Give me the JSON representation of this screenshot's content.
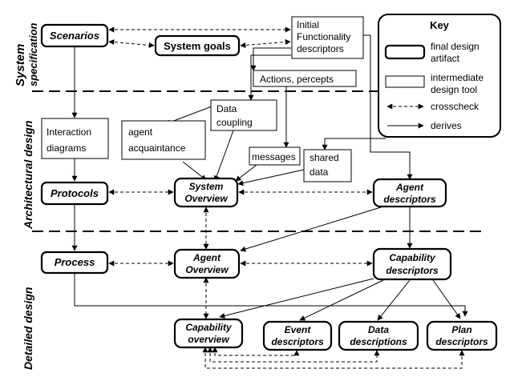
{
  "phases": {
    "system": [
      "System",
      "specification"
    ],
    "architectural": "Architectural design",
    "detailed": "Detailed design"
  },
  "key": {
    "title": "Key",
    "final": [
      "final design",
      "artifact"
    ],
    "intermediate": [
      "intermediate",
      "design tool"
    ],
    "crosscheck": "crosscheck",
    "derives": "derives"
  },
  "nodes": {
    "scenarios": "Scenarios",
    "system_goals": "System goals",
    "initial_functionality": [
      "Initial",
      "Functionality",
      "descriptors"
    ],
    "actions_percepts": "Actions, percepts",
    "interaction_diagrams": [
      "Interaction",
      "diagrams"
    ],
    "agent_acquaintance": [
      "agent",
      "acquaintance"
    ],
    "data_coupling": [
      "Data",
      "coupling"
    ],
    "messages": "messages",
    "shared_data": [
      "shared",
      "data"
    ],
    "protocols": "Protocols",
    "system_overview": [
      "System",
      "Overview"
    ],
    "agent_descriptors": [
      "Agent",
      "descriptors"
    ],
    "process": "Process",
    "agent_overview": [
      "Agent",
      "Overview"
    ],
    "capability_descriptors": [
      "Capability",
      "descriptors"
    ],
    "capability_overview": [
      "Capability",
      "overview"
    ],
    "event_descriptors": [
      "Event",
      "descriptors"
    ],
    "data_descriptions": [
      "Data",
      "descriptions"
    ],
    "plan_descriptors": [
      "Plan",
      "descriptors"
    ]
  }
}
